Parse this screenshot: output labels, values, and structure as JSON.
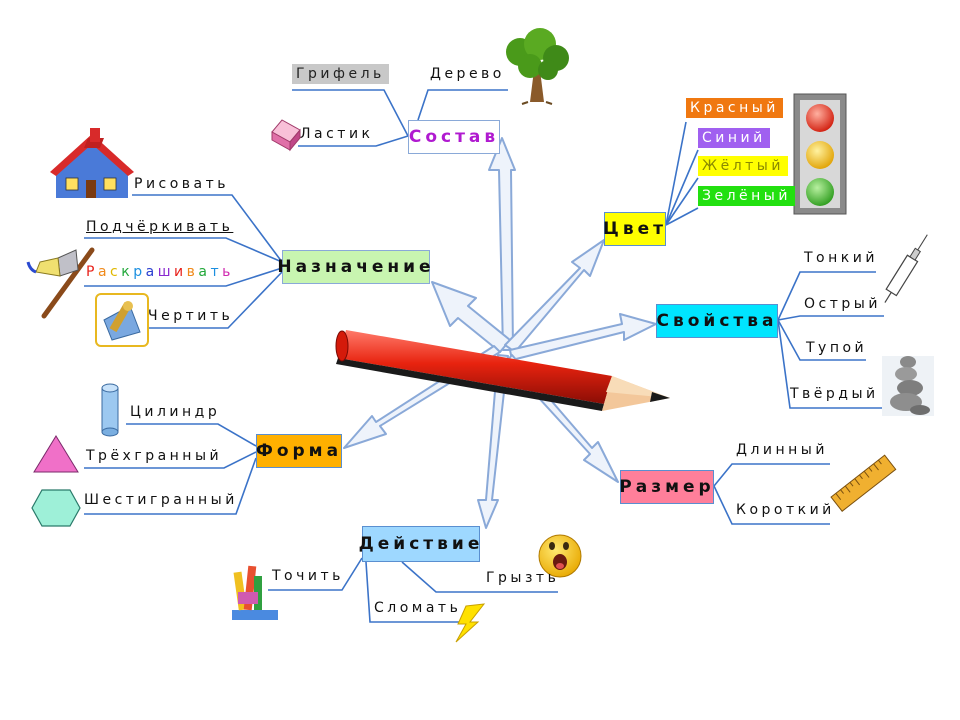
{
  "center": {
    "name": "pencil"
  },
  "nodes": {
    "sostav": "Состав",
    "cvet": "Цвет",
    "svoistva": "Свойства",
    "razmer": "Размер",
    "deistvie": "Действие",
    "forma": "Форма",
    "naznachenie": "Назначение"
  },
  "leaves": {
    "grifel": "Грифель",
    "derevo": "Дерево",
    "lastik": "Ластик",
    "krasny": "Красный",
    "siny": "Синий",
    "zhelty": "Жёлтый",
    "zeleny": "Зелёный",
    "tonky": "Тонкий",
    "ostry": "Острый",
    "tupoy": "Тупой",
    "tverdy": "Твёрдый",
    "dlinny": "Длинный",
    "korotky": "Короткий",
    "gryzt": "Грызть",
    "tochit": "Точить",
    "slomat": "Сломать",
    "cilindr": "Цилиндр",
    "trehgranny": "Трёхгранный",
    "shestigranny": "Шестигранный",
    "risovat": "Рисовать",
    "podcherkivat": "Подчёркивать",
    "raskrashivat": "Раскрашивать",
    "chertit": "Чертить"
  },
  "raskrashivat_letters": [
    {
      "ch": "Р",
      "color": "#e8221b"
    },
    {
      "ch": "а",
      "color": "#f08a1b"
    },
    {
      "ch": "с",
      "color": "#e0b800"
    },
    {
      "ch": "к",
      "color": "#22a83a"
    },
    {
      "ch": "р",
      "color": "#1b8fe0"
    },
    {
      "ch": "а",
      "color": "#2a3fd0"
    },
    {
      "ch": "ш",
      "color": "#8a2ad0"
    },
    {
      "ch": "и",
      "color": "#e8221b"
    },
    {
      "ch": "в",
      "color": "#f08a1b"
    },
    {
      "ch": "а",
      "color": "#22a83a"
    },
    {
      "ch": "т",
      "color": "#1b8fe0"
    },
    {
      "ch": "ь",
      "color": "#d02ab0"
    }
  ],
  "colors": {
    "sostav_bg": "#ffffff",
    "sostav_fg": "#b01ad0",
    "cvet_bg": "#ffff00",
    "svoistva_bg": "#00e5ff",
    "razmer_bg": "#ff7f9a",
    "deistvie_bg": "#9ed8ff",
    "forma_bg": "#ffb000",
    "naznachenie_bg": "#c8f5b0",
    "grifel_bg": "#c8c8c8",
    "krasny_bg": "#f07810",
    "siny_bg": "#a060f0",
    "zhelty_bg": "#ffff00",
    "zeleny_bg": "#22e010",
    "line": "#3b73c8",
    "arrow_fill": "#eef3fb",
    "arrow_stroke": "#8aa9d8"
  },
  "icons": [
    "tree-icon",
    "eraser-icon",
    "traffic-light-icon",
    "syringe-icon",
    "rock-cairn-icon",
    "ruler-icon",
    "surprised-face-icon",
    "lightning-icon",
    "sharpener-icon",
    "cylinder-icon",
    "triangle-icon",
    "hexagon-icon",
    "house-icon",
    "paintbrush-icon",
    "drafting-icon",
    "pencil-icon"
  ]
}
